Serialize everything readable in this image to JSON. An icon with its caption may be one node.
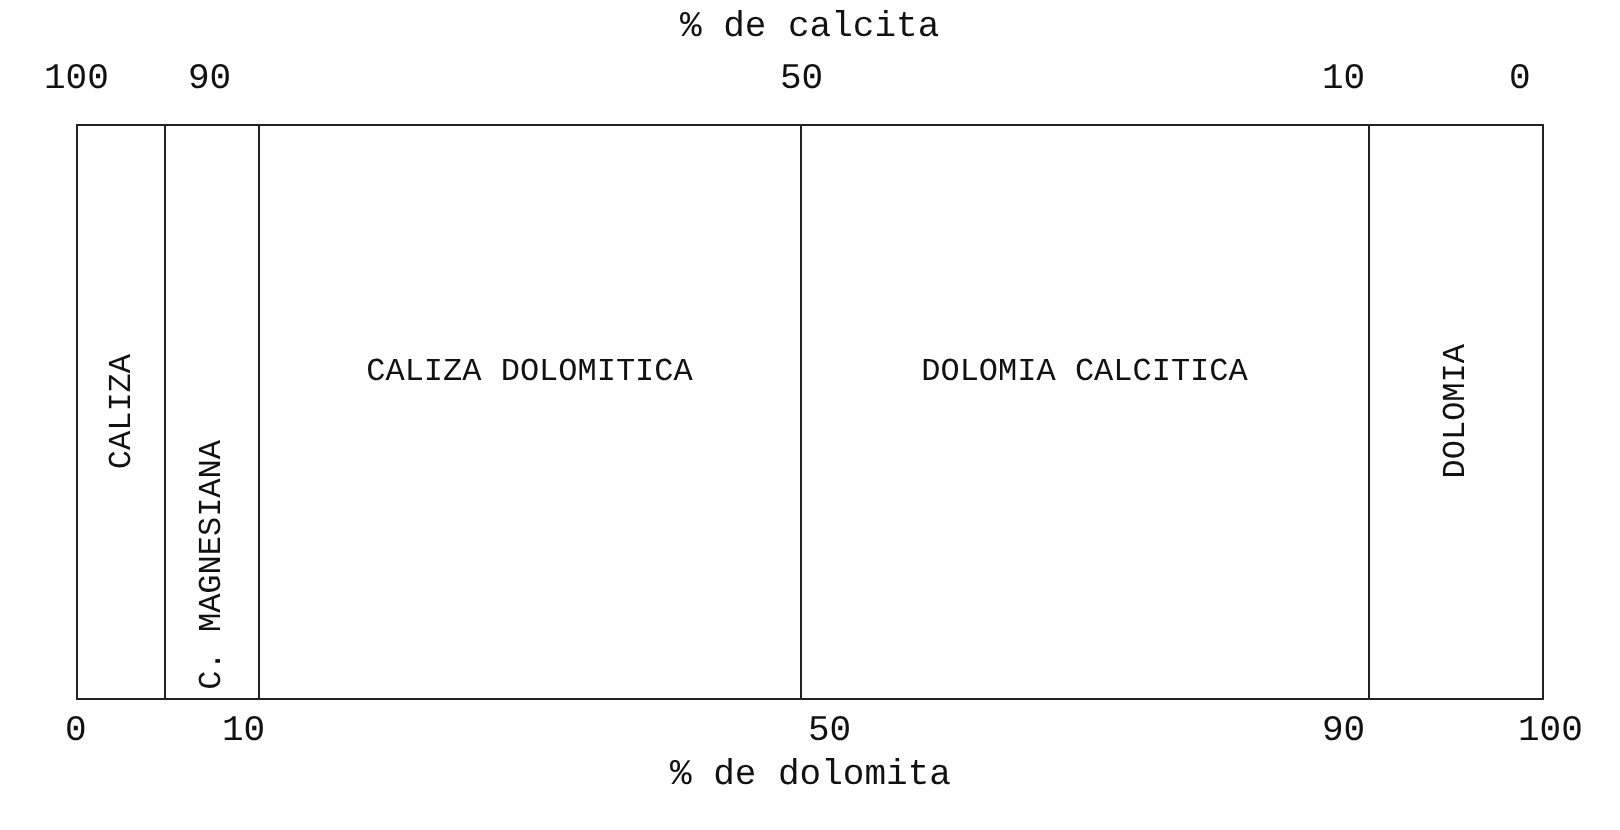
{
  "diagram": {
    "nodes": [
      {
        "text": [
          "CALIZA"
        ]
      },
      {
        "text": [
          "C. MAGNESIANA"
        ]
      },
      {
        "text": [
          "CALIZA DOLOMITICA"
        ]
      },
      {
        "text": [
          "DOLOMIA CALCITICA"
        ]
      },
      {
        "text": [
          "DOLOMIA"
        ]
      }
    ],
    "edges": [],
    "labels": [
      "% de calcita",
      "100",
      "90",
      "50",
      "10",
      "0",
      "0",
      "10",
      "50",
      "90",
      "100",
      "% de dolomita"
    ]
  }
}
